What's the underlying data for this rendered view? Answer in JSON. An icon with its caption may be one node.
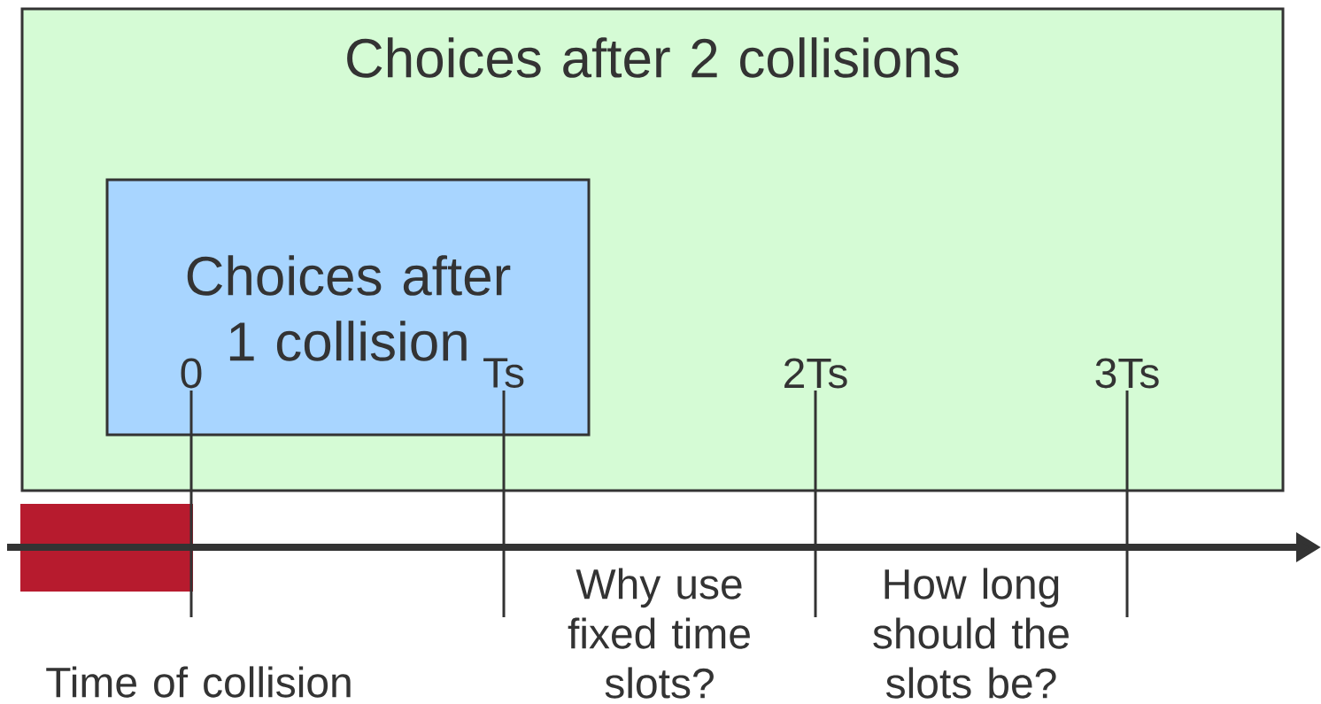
{
  "diagram": {
    "nodes": [
      {
        "text": [
          "Choices after 2 collisions"
        ]
      },
      {
        "text": [
          "Choices after 1 collision"
        ],
        "in": 0
      },
      {
        "text": [],
        "shape": "box"
      }
    ],
    "labels": [
      "0",
      "Ts",
      "2Ts",
      "3Ts",
      "Time of collision",
      "Why use fixed time slots?",
      "How long should the slots be?"
    ]
  }
}
